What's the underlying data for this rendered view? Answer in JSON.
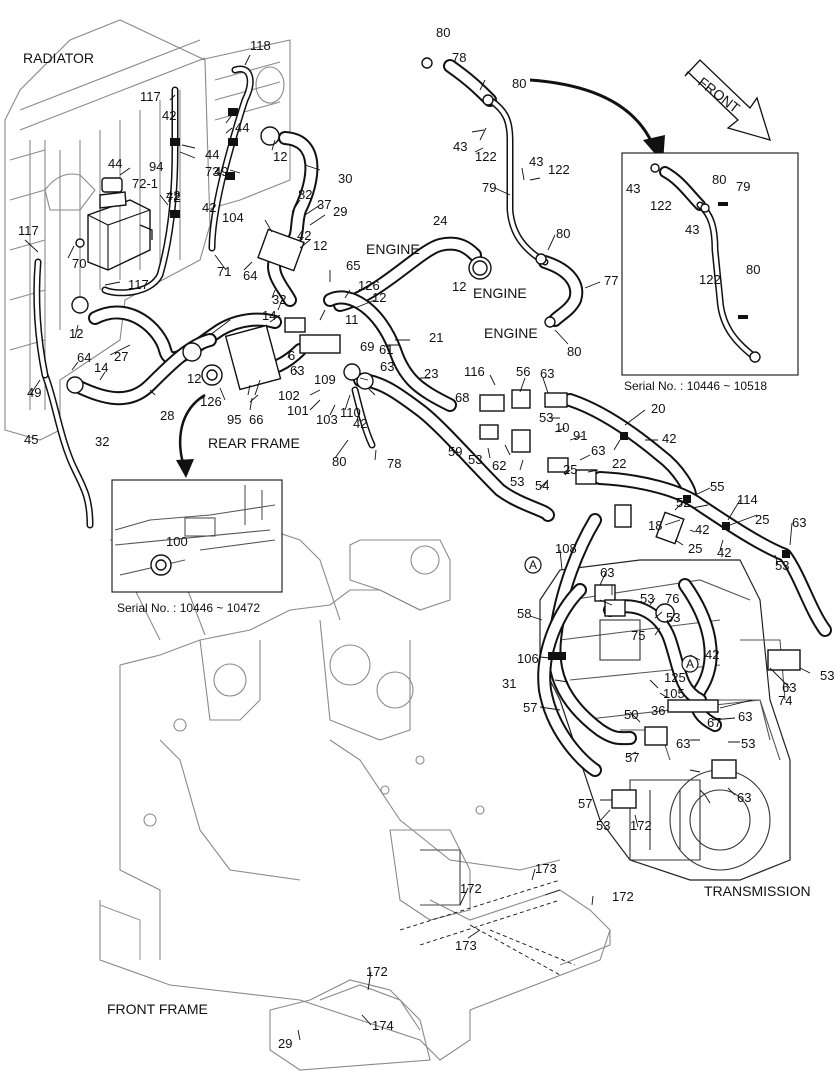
{
  "sections": {
    "radiator": "RADIATOR",
    "engine_1": "ENGINE",
    "engine_2": "ENGINE",
    "engine_3": "ENGINE",
    "rear_frame": "REAR FRAME",
    "front_frame": "FRONT FRAME",
    "transmission": "TRANSMISSION",
    "front": "FRONT"
  },
  "insets": {
    "right_serial": "Serial No. : 10446 ~ 10518",
    "left_serial": "Serial No. : 10446 ~ 10472"
  },
  "callout": "A",
  "part_numbers": [
    "80",
    "78",
    "80",
    "43",
    "122",
    "43",
    "122",
    "79",
    "80",
    "77",
    "80",
    "118",
    "117",
    "42",
    "42",
    "44",
    "94",
    "44",
    "72-1",
    "72",
    "42",
    "44",
    "49",
    "73",
    "12",
    "30",
    "82",
    "37",
    "104",
    "42",
    "29",
    "12",
    "117",
    "70",
    "64",
    "71",
    "117",
    "24",
    "12",
    "65",
    "126",
    "12",
    "11",
    "69",
    "61",
    "63",
    "14",
    "32",
    "12",
    "64",
    "14",
    "49",
    "27",
    "12",
    "28",
    "126",
    "95",
    "66",
    "102",
    "101",
    "103",
    "110",
    "42",
    "109",
    "63",
    "6",
    "45",
    "32",
    "21",
    "23",
    "116",
    "56",
    "63",
    "68",
    "53",
    "10",
    "91",
    "59",
    "53",
    "62",
    "53",
    "54",
    "63",
    "25",
    "20",
    "42",
    "22",
    "55",
    "52",
    "18",
    "25",
    "114",
    "25",
    "63",
    "42",
    "42",
    "53",
    "108",
    "63",
    "53",
    "76",
    "58",
    "53",
    "75",
    "42",
    "106",
    "31",
    "125",
    "105",
    "63",
    "53",
    "74",
    "57",
    "36",
    "67",
    "63",
    "50",
    "63",
    "53",
    "57",
    "63",
    "57",
    "53",
    "172",
    "173",
    "172",
    "172",
    "173",
    "172",
    "174",
    "29",
    "100",
    "80",
    "78",
    "43",
    "122",
    "80",
    "79",
    "43",
    "122",
    "80"
  ]
}
